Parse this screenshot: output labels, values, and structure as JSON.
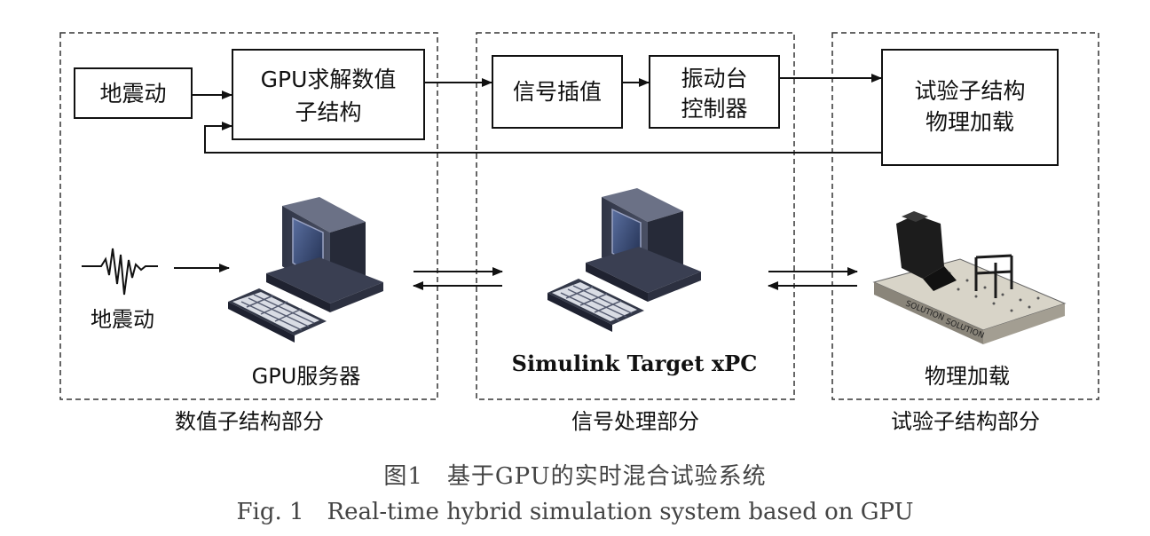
{
  "sections": [
    {
      "id": "numerical",
      "label": "数值子结构部分"
    },
    {
      "id": "signal",
      "label": "信号处理部分"
    },
    {
      "id": "experimental",
      "label": "试验子结构部分"
    }
  ],
  "flow": {
    "ground_motion": "地震动",
    "gpu_solver": [
      "GPU求解数值",
      "子结构"
    ],
    "signal_interp": "信号插值",
    "shake_controller": [
      "振动台",
      "控制器"
    ],
    "physical_loading": [
      "试验子结构",
      "物理加载"
    ]
  },
  "hardware": {
    "ground_motion_label": "地震动",
    "gpu_server_label": "GPU服务器",
    "target_label": "Simulink Target xPC",
    "loading_label": "物理加载",
    "shake_table_brand": "SOLUTION"
  },
  "caption": {
    "zh": "图1　基于GPU的实时混合试验系统",
    "en": "Fig. 1　Real-time hybrid simulation system based on GPU"
  }
}
